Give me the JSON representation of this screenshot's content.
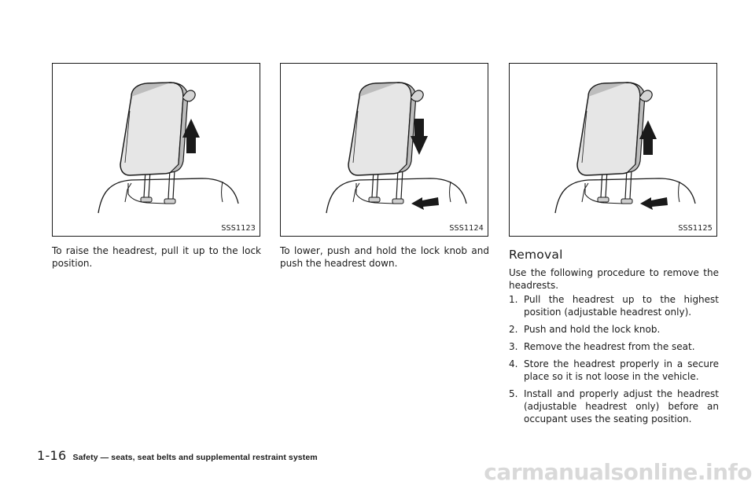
{
  "figures": [
    {
      "code": "SSS1123",
      "arrow": "up",
      "lock_arrow": false
    },
    {
      "code": "SSS1124",
      "arrow": "down",
      "lock_arrow": true
    },
    {
      "code": "SSS1125",
      "arrow": "up",
      "lock_arrow": true
    }
  ],
  "captions": {
    "raise": "To raise the headrest, pull it up to the lock position.",
    "lower": "To lower, push and hold the lock knob and push the headrest down."
  },
  "removal": {
    "title": "Removal",
    "intro": "Use the following procedure to remove the headrests.",
    "steps": [
      {
        "num": "1.",
        "text": "Pull the headrest up to the highest position (adjustable headrest only)."
      },
      {
        "num": "2.",
        "text": "Push and hold the lock knob."
      },
      {
        "num": "3.",
        "text": "Remove the headrest from the seat."
      },
      {
        "num": "4.",
        "text": "Store the headrest properly in a secure place so it is not loose in the vehicle."
      },
      {
        "num": "5.",
        "text": "Install and properly adjust the headrest (adjustable headrest only) before an occupant uses the seating position."
      }
    ]
  },
  "footer": {
    "page_number": "1-16",
    "section_title": "Safety — seats, seat belts and supplemental restraint system"
  },
  "watermark": "carmanualsonline.info"
}
